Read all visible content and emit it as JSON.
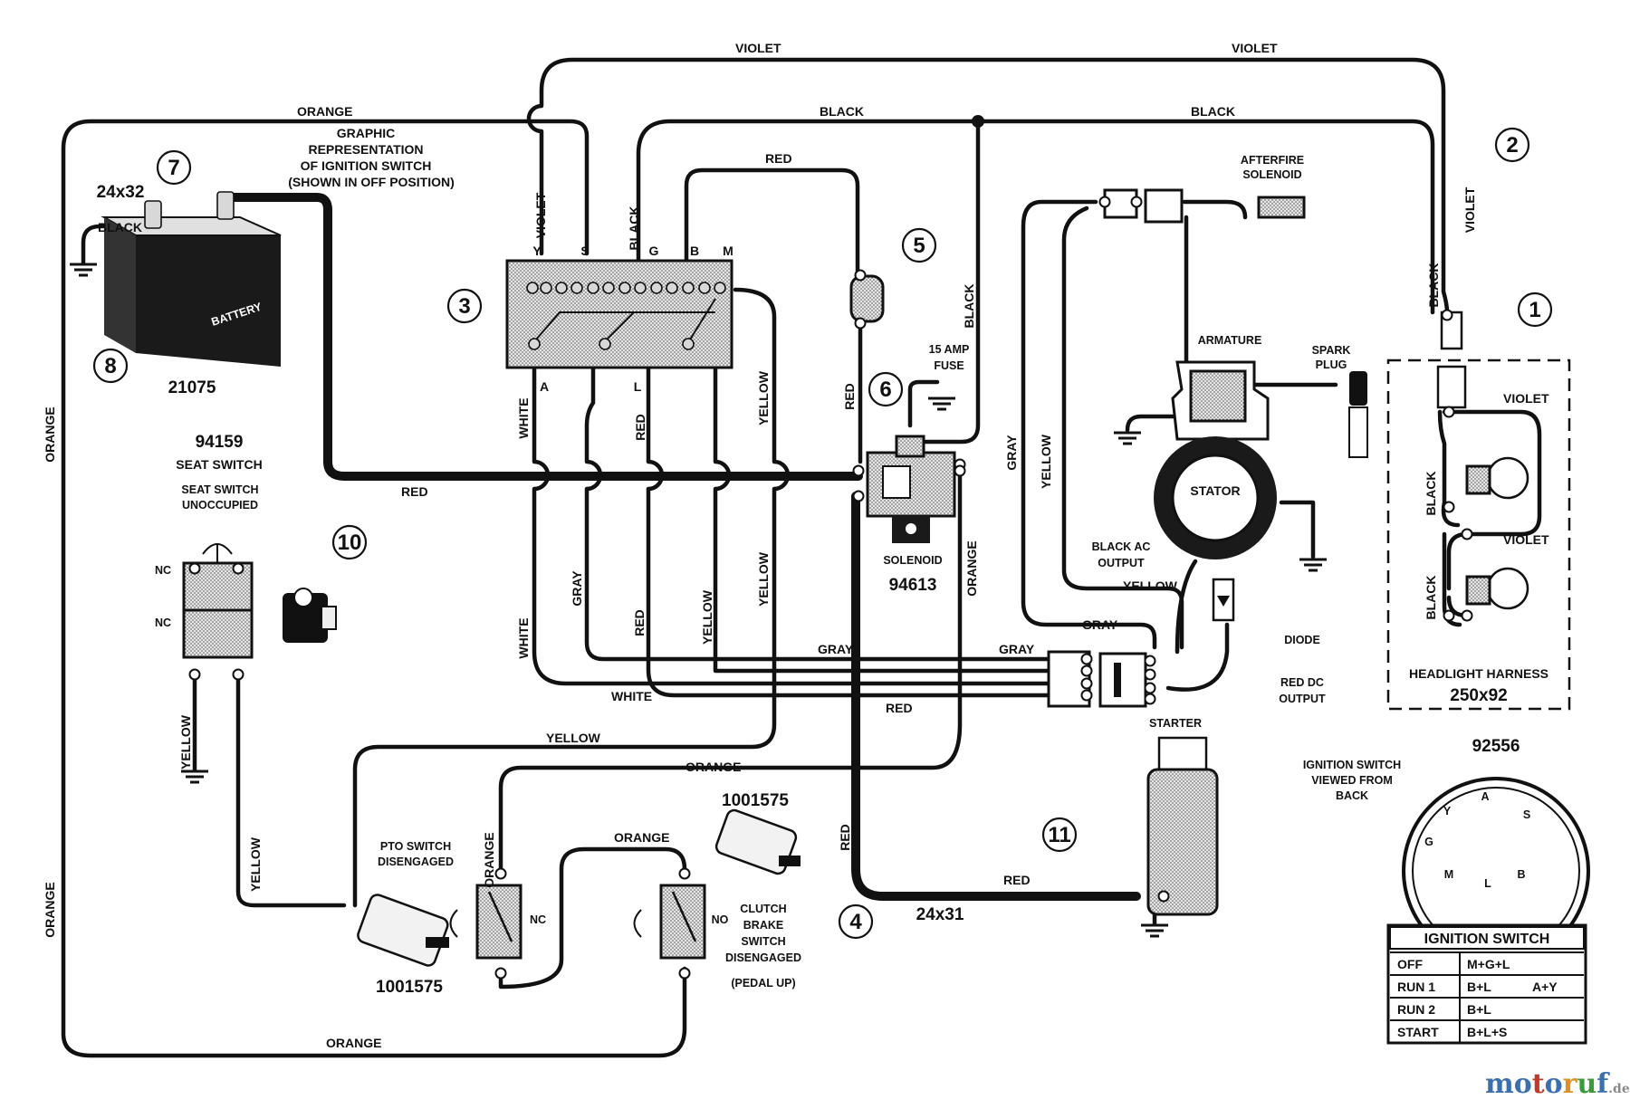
{
  "wire_labels": [
    {
      "id": "violet-top-left",
      "text": "VIOLET"
    },
    {
      "id": "violet-top-right",
      "text": "VIOLET"
    },
    {
      "id": "orange-top",
      "text": "ORANGE"
    },
    {
      "id": "black-top-left",
      "text": "BLACK"
    },
    {
      "id": "black-top-right",
      "text": "BLACK"
    },
    {
      "id": "red-top",
      "text": "RED"
    },
    {
      "id": "violet-vertical",
      "text": "VIOLET"
    },
    {
      "id": "black-vertical",
      "text": "BLACK"
    },
    {
      "id": "black-fuse-vertical",
      "text": "BLACK"
    },
    {
      "id": "violet-right-vertical",
      "text": "VIOLET"
    },
    {
      "id": "black-right-vertical",
      "text": "BLACK"
    },
    {
      "id": "black-battery",
      "text": "BLACK"
    },
    {
      "id": "orange-left-upper",
      "text": "ORANGE"
    },
    {
      "id": "orange-left-lower",
      "text": "ORANGE"
    },
    {
      "id": "white-upper",
      "text": "WHITE"
    },
    {
      "id": "red-switch-upper",
      "text": "RED"
    },
    {
      "id": "yellow-upper",
      "text": "YELLOW"
    },
    {
      "id": "red-fuse-vertical",
      "text": "RED"
    },
    {
      "id": "red-battery",
      "text": "RED"
    },
    {
      "id": "gray-vertical",
      "text": "GRAY"
    },
    {
      "id": "white-lower",
      "text": "WHITE"
    },
    {
      "id": "red-switch-lower",
      "text": "RED"
    },
    {
      "id": "yellow-middle",
      "text": "YELLOW"
    },
    {
      "id": "yellow-lower",
      "text": "YELLOW"
    },
    {
      "id": "orange-solenoid-vertical",
      "text": "ORANGE"
    },
    {
      "id": "gray-horizontal",
      "text": "GRAY"
    },
    {
      "id": "gray-horizontal-2",
      "text": "GRAY"
    },
    {
      "id": "white-horizontal",
      "text": "WHITE"
    },
    {
      "id": "red-horizontal",
      "text": "RED"
    },
    {
      "id": "yellow-horizontal",
      "text": "YELLOW"
    },
    {
      "id": "orange-horizontal",
      "text": "ORANGE"
    },
    {
      "id": "orange-pto",
      "text": "ORANGE"
    },
    {
      "id": "orange-pto-vertical",
      "text": "ORANGE"
    },
    {
      "id": "orange-bottom",
      "text": "ORANGE"
    },
    {
      "id": "yellow-seat",
      "text": "YELLOW"
    },
    {
      "id": "yellow-seat-lower",
      "text": "YELLOW"
    },
    {
      "id": "red-starter-vertical",
      "text": "RED"
    },
    {
      "id": "red-starter",
      "text": "RED"
    },
    {
      "id": "gray-engine",
      "text": "GRAY"
    },
    {
      "id": "yellow-engine",
      "text": "YELLOW"
    },
    {
      "id": "gray-engine-horizontal",
      "text": "GRAY"
    },
    {
      "id": "yellow-engine-horizontal",
      "text": "YELLOW"
    },
    {
      "id": "violet-headlight-1",
      "text": "VIOLET"
    },
    {
      "id": "violet-headlight-2",
      "text": "VIOLET"
    },
    {
      "id": "black-headlight-1",
      "text": "BLACK"
    },
    {
      "id": "black-headlight-2",
      "text": "BLACK"
    }
  ],
  "component_labels": [
    {
      "id": "graphic-rep-1",
      "text": "GRAPHIC"
    },
    {
      "id": "graphic-rep-2",
      "text": "REPRESENTATION"
    },
    {
      "id": "graphic-rep-3",
      "text": "OF IGNITION SWITCH"
    },
    {
      "id": "graphic-rep-4",
      "text": "(SHOWN IN OFF POSITION)"
    },
    {
      "id": "term-y",
      "text": "Y"
    },
    {
      "id": "term-s",
      "text": "S"
    },
    {
      "id": "term-g",
      "text": "G"
    },
    {
      "id": "term-b",
      "text": "B"
    },
    {
      "id": "term-m",
      "text": "M"
    },
    {
      "id": "term-a",
      "text": "A"
    },
    {
      "id": "term-l",
      "text": "L"
    },
    {
      "id": "battery-size",
      "text": "24x32"
    },
    {
      "id": "battery-part",
      "text": "21075"
    },
    {
      "id": "seat-part",
      "text": "94159"
    },
    {
      "id": "seat-title",
      "text": "SEAT SWITCH"
    },
    {
      "id": "seat-state-1",
      "text": "SEAT SWITCH"
    },
    {
      "id": "seat-state-2",
      "text": "UNOCCUPIED"
    },
    {
      "id": "seat-nc-1",
      "text": "NC"
    },
    {
      "id": "seat-nc-2",
      "text": "NC"
    },
    {
      "id": "fuse-1",
      "text": "15 AMP"
    },
    {
      "id": "fuse-2",
      "text": "FUSE"
    },
    {
      "id": "solenoid-name",
      "text": "SOLENOID"
    },
    {
      "id": "solenoid-part",
      "text": "94613"
    },
    {
      "id": "afterfire-1",
      "text": "AFTERFIRE"
    },
    {
      "id": "afterfire-2",
      "text": "SOLENOID"
    },
    {
      "id": "armature",
      "text": "ARMATURE"
    },
    {
      "id": "spark-1",
      "text": "SPARK"
    },
    {
      "id": "spark-2",
      "text": "PLUG"
    },
    {
      "id": "stator",
      "text": "STATOR"
    },
    {
      "id": "black-ac-1",
      "text": "BLACK AC"
    },
    {
      "id": "black-ac-2",
      "text": "OUTPUT"
    },
    {
      "id": "diode",
      "text": "DIODE"
    },
    {
      "id": "red-dc-1",
      "text": "RED DC"
    },
    {
      "id": "red-dc-2",
      "text": "OUTPUT"
    },
    {
      "id": "starter",
      "text": "STARTER"
    },
    {
      "id": "harness-title",
      "text": "HEADLIGHT HARNESS"
    },
    {
      "id": "harness-part",
      "text": "250x92"
    },
    {
      "id": "ign-part",
      "text": "92556"
    },
    {
      "id": "ign-view-1",
      "text": "IGNITION SWITCH"
    },
    {
      "id": "ign-view-2",
      "text": "VIEWED FROM"
    },
    {
      "id": "ign-view-3",
      "text": "BACK"
    },
    {
      "id": "pto-1",
      "text": "PTO SWITCH"
    },
    {
      "id": "pto-2",
      "text": "DISENGAGED"
    },
    {
      "id": "pto-nc",
      "text": "NC"
    },
    {
      "id": "pto-part",
      "text": "1001575"
    },
    {
      "id": "clutch-part",
      "text": "1001575"
    },
    {
      "id": "clutch-no",
      "text": "NO"
    },
    {
      "id": "clutch-1",
      "text": "CLUTCH"
    },
    {
      "id": "clutch-2",
      "text": "BRAKE"
    },
    {
      "id": "clutch-3",
      "text": "SWITCH"
    },
    {
      "id": "clutch-4",
      "text": "DISENGAGED"
    },
    {
      "id": "clutch-5",
      "text": "(PEDAL UP)"
    },
    {
      "id": "starter-cable",
      "text": "24x31"
    },
    {
      "id": "back-y",
      "text": "Y"
    },
    {
      "id": "back-a",
      "text": "A"
    },
    {
      "id": "back-s",
      "text": "S"
    },
    {
      "id": "back-g",
      "text": "G"
    },
    {
      "id": "back-m",
      "text": "M"
    },
    {
      "id": "back-l",
      "text": "L"
    },
    {
      "id": "back-b",
      "text": "B"
    }
  ],
  "callouts": [
    "1",
    "2",
    "3",
    "4",
    "5",
    "6",
    "7",
    "8",
    "10",
    "11"
  ],
  "table": {
    "title": "IGNITION SWITCH",
    "rows": [
      {
        "position": "OFF",
        "terminals": "M+G+L",
        "extra": ""
      },
      {
        "position": "RUN 1",
        "terminals": "B+L",
        "extra": "A+Y"
      },
      {
        "position": "RUN 2",
        "terminals": "B+L",
        "extra": ""
      },
      {
        "position": "START",
        "terminals": "B+L+S",
        "extra": ""
      }
    ]
  },
  "watermark": "motoruf.de"
}
